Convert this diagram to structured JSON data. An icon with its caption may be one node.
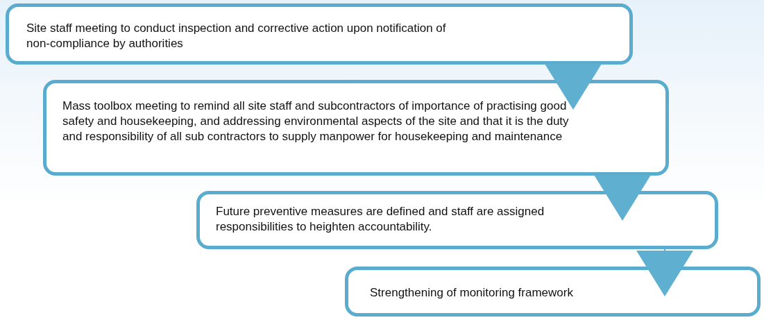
{
  "diagram": {
    "nodes": [
      {
        "text": [
          "Site staff meeting to conduct inspection and corrective action upon notification of non-compliance by authorities"
        ]
      },
      {
        "text": [
          "Mass toolbox meeting to remind all site staff and subcontractors of importance of practising good safety and housekeeping, and addressing environmental aspects of the site and that it is the duty and responsibility of all sub contractors to supply manpower for housekeeping and maintenance"
        ]
      },
      {
        "text": [
          "Future preventive measures are defined and staff are assigned responsibilities to heighten accountability."
        ]
      },
      {
        "text": [
          "Strengthening of monitoring framework"
        ]
      }
    ],
    "edges": [
      {
        "from": 0,
        "to": 1,
        "arrow": "to"
      },
      {
        "from": 1,
        "to": 2,
        "arrow": "to"
      },
      {
        "from": 2,
        "to": 3,
        "arrow": "to"
      }
    ]
  }
}
